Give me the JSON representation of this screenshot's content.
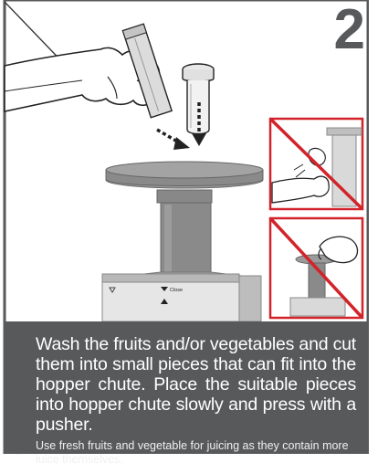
{
  "step": {
    "number": "2"
  },
  "lid": {
    "close_label": "Close"
  },
  "caption": {
    "main_text": "Wash the fruits and/or vegetables and cut them into small pieces that can fit into the hopper chute. Place the suitable pieces into hopper chute slowly and press with a pusher.",
    "sub_text": "Use fresh fruits and vegetable for juicing as they contain more juice themselves."
  },
  "colors": {
    "caption_background": "#58595b",
    "warning_red": "#d2232a",
    "step_number": "#58595b",
    "juicer_gray": "#8a8a8a"
  },
  "warnings": [
    {
      "icon": "prohibited-hand-in-chute-icon"
    },
    {
      "icon": "prohibited-finger-in-chute-icon"
    }
  ]
}
